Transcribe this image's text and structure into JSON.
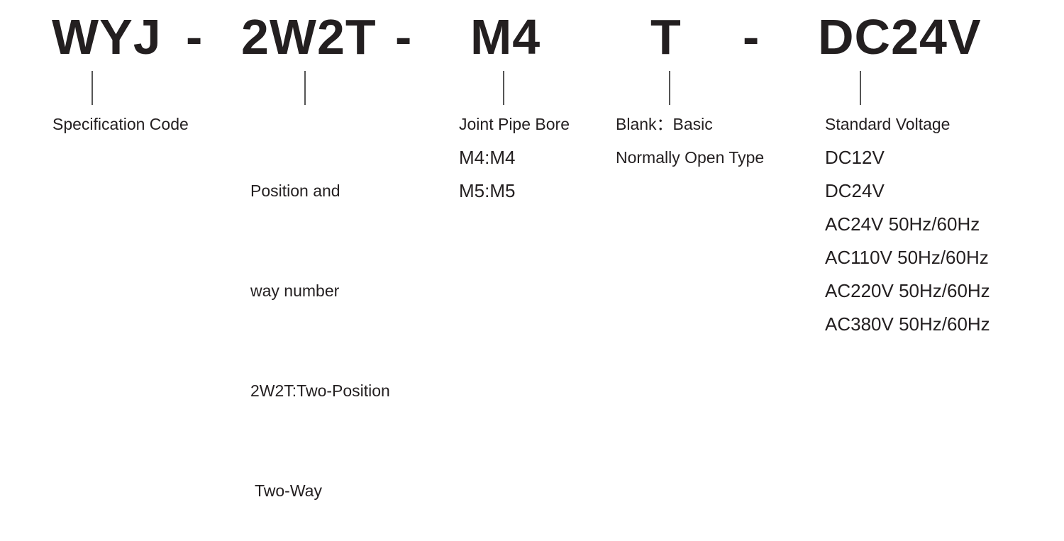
{
  "code": {
    "part1": "WYJ",
    "sep1": "-",
    "part2": "2W2T",
    "sep2": "-",
    "part3": "M4",
    "part4": "T",
    "sep3": "-",
    "part5": "DC24V"
  },
  "spec": {
    "lines": [
      "Specification Code"
    ]
  },
  "position": {
    "lines": [
      "Position and",
      "way number",
      "2W2T:Two-Position",
      " Two-Way"
    ]
  },
  "bore": {
    "lines": [
      "Joint Pipe Bore",
      "M4:M4",
      "M5:M5"
    ]
  },
  "type": {
    "lines": [
      "Blank：Basic",
      "Normally Open Type"
    ]
  },
  "voltage": {
    "lines": [
      "Standard Voltage",
      "DC12V",
      "DC24V",
      "AC24V 50Hz/60Hz",
      "AC110V 50Hz/60Hz",
      "AC220V 50Hz/60Hz",
      "AC380V 50Hz/60Hz"
    ]
  }
}
